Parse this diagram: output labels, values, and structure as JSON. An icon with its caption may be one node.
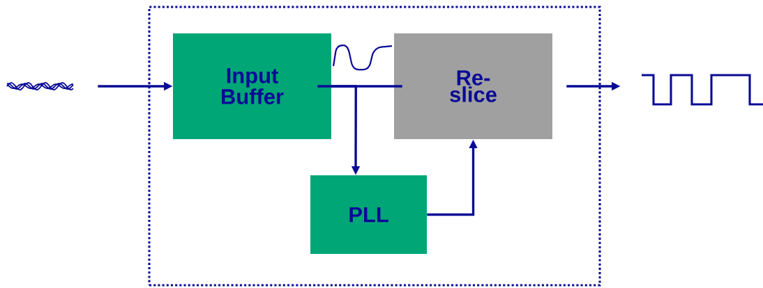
{
  "diagram": {
    "nodes": [
      {
        "text": [],
        "shape": "box"
      },
      {
        "text": [],
        "shape": "picture"
      },
      {
        "text": [
          "Input Buffer"
        ],
        "in": 0
      },
      {
        "text": [
          "Re- slice"
        ],
        "in": 0
      },
      {
        "text": [
          "PLL"
        ],
        "in": 0
      },
      {
        "text": [],
        "shape": "picture"
      }
    ],
    "edges": [
      {
        "from": 1,
        "to": 2,
        "arrow": "to"
      },
      {
        "from": 2,
        "to": 3,
        "arrow": "none"
      },
      {
        "from": 2,
        "to": 4,
        "arrow": "to"
      },
      {
        "from": 4,
        "to": 3,
        "arrow": "to"
      },
      {
        "from": 3,
        "to": 5,
        "arrow": "to"
      }
    ]
  }
}
